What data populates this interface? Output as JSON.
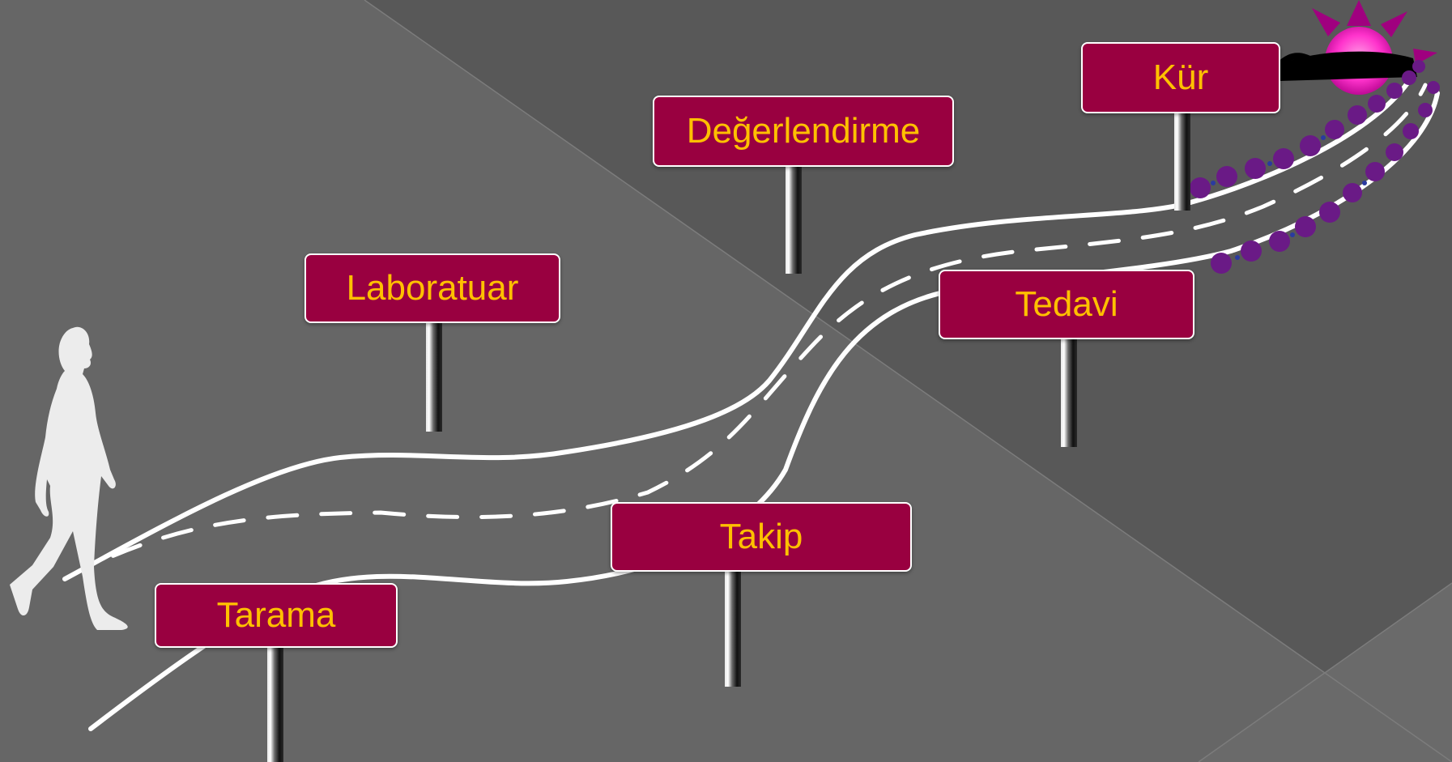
{
  "diagram": {
    "background_color": "#5e5e5e",
    "sign_color": "#990040",
    "label_color": "#ffc000",
    "road_line_color": "#ffffff",
    "sun_color": "#ff33cc",
    "flower_color": "#6a1a86",
    "walker_icon": "walking-person-icon",
    "steps": [
      {
        "id": "tarama",
        "label": "Tarama"
      },
      {
        "id": "laboratuar",
        "label": "Laboratuar"
      },
      {
        "id": "takip",
        "label": "Takip"
      },
      {
        "id": "degerlendirme",
        "label": "Değerlendirme"
      },
      {
        "id": "tedavi",
        "label": "Tedavi"
      },
      {
        "id": "kur",
        "label": "Kür"
      }
    ]
  }
}
